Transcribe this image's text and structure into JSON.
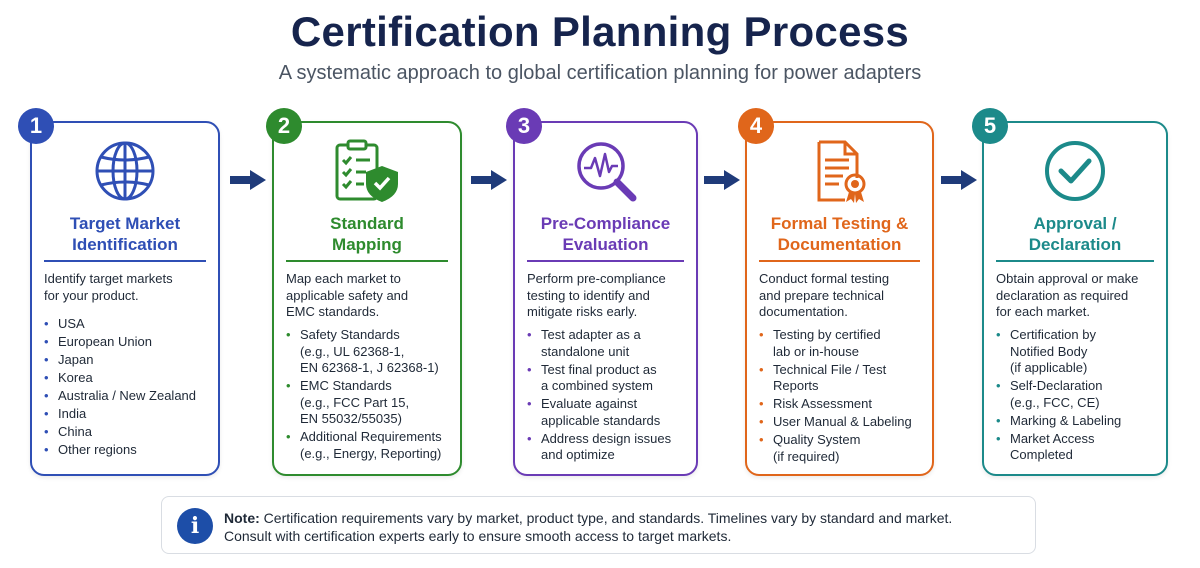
{
  "title": "Certification Planning Process",
  "subtitle": "A systematic approach to global certification planning for power adapters",
  "steps": [
    {
      "number": "1",
      "title_line1": "Target Market",
      "title_line2": "Identification",
      "color": "#2f4fb5",
      "icon": "globe-icon",
      "description": [
        "Identify target markets",
        "for your product."
      ],
      "items": [
        [
          "USA"
        ],
        [
          "European Union"
        ],
        [
          "Japan"
        ],
        [
          "Korea"
        ],
        [
          "Australia / New Zealand"
        ],
        [
          "India"
        ],
        [
          "China"
        ],
        [
          "Other regions"
        ]
      ]
    },
    {
      "number": "2",
      "title_line1": "Standard",
      "title_line2": "Mapping",
      "color": "#2e8b2e",
      "icon": "checklist-shield-icon",
      "description": [
        "Map each market to",
        "applicable safety and",
        "EMC standards."
      ],
      "items": [
        [
          "Safety Standards",
          "(e.g., UL 62368-1,",
          "EN 62368-1, J 62368-1)"
        ],
        [
          "EMC Standards",
          "(e.g., FCC Part 15,",
          "EN 55032/55035)"
        ],
        [
          "Additional Requirements",
          "(e.g., Energy, Reporting)"
        ]
      ]
    },
    {
      "number": "3",
      "title_line1": "Pre-Compliance",
      "title_line2": "Evaluation",
      "color": "#6a3bb5",
      "icon": "magnifier-waveform-icon",
      "description": [
        "Perform pre-compliance",
        "testing to identify and",
        "mitigate risks early."
      ],
      "items": [
        [
          "Test adapter as a",
          "standalone unit"
        ],
        [
          "Test final product as",
          "a combined system"
        ],
        [
          "Evaluate against",
          "applicable standards"
        ],
        [
          "Address design issues",
          "and optimize"
        ]
      ]
    },
    {
      "number": "4",
      "title_line1": "Formal Testing &",
      "title_line2": "Documentation",
      "color": "#e0661b",
      "icon": "certificate-document-icon",
      "description": [
        "Conduct formal testing",
        "and prepare technical",
        "documentation."
      ],
      "items": [
        [
          "Testing by certified",
          "lab or in-house"
        ],
        [
          "Technical File / Test",
          "Reports"
        ],
        [
          "Risk Assessment"
        ],
        [
          "User Manual & Labeling"
        ],
        [
          "Quality System",
          "(if required)"
        ]
      ]
    },
    {
      "number": "5",
      "title_line1": "Approval /",
      "title_line2": "Declaration",
      "color": "#1c8a8a",
      "icon": "check-circle-icon",
      "description": [
        "Obtain approval or make",
        "declaration as required",
        "for each market."
      ],
      "items": [
        [
          "Certification by",
          "Notified Body",
          "(if applicable)"
        ],
        [
          "Self-Declaration",
          "(e.g., FCC, CE)"
        ],
        [
          "Marking & Labeling"
        ],
        [
          "Market Access",
          "Completed"
        ]
      ]
    }
  ],
  "arrow_color": "#1f3b7a",
  "note": {
    "icon": "info-icon",
    "icon_glyph": "i",
    "label": "Note:",
    "line1": " Certification requirements vary by market, product type, and standards. Timelines vary by standard and market.",
    "line2": "Consult with certification experts early to ensure smooth access to target markets."
  }
}
